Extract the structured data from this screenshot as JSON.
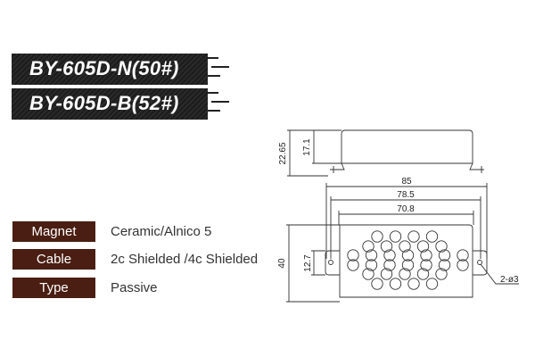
{
  "models": [
    "BY-605D-N(50#)",
    "BY-605D-B(52#)"
  ],
  "specs": [
    {
      "label": "Magnet",
      "value": "Ceramic/Alnico 5"
    },
    {
      "label": "Cable",
      "value": "2c Shielded /4c Shielded"
    },
    {
      "label": "Type",
      "value": "Passive"
    }
  ],
  "dimensions": {
    "height_total": "22.65",
    "height_body": "17.1",
    "width_total": "85",
    "hole_spacing": "78.5",
    "body_width": "70.8",
    "depth": "40",
    "ear_height": "12.7",
    "holes": "2-ø3"
  },
  "colors": {
    "label_bg": "#4a1e12",
    "banner_bg": "#1f1f1f"
  }
}
